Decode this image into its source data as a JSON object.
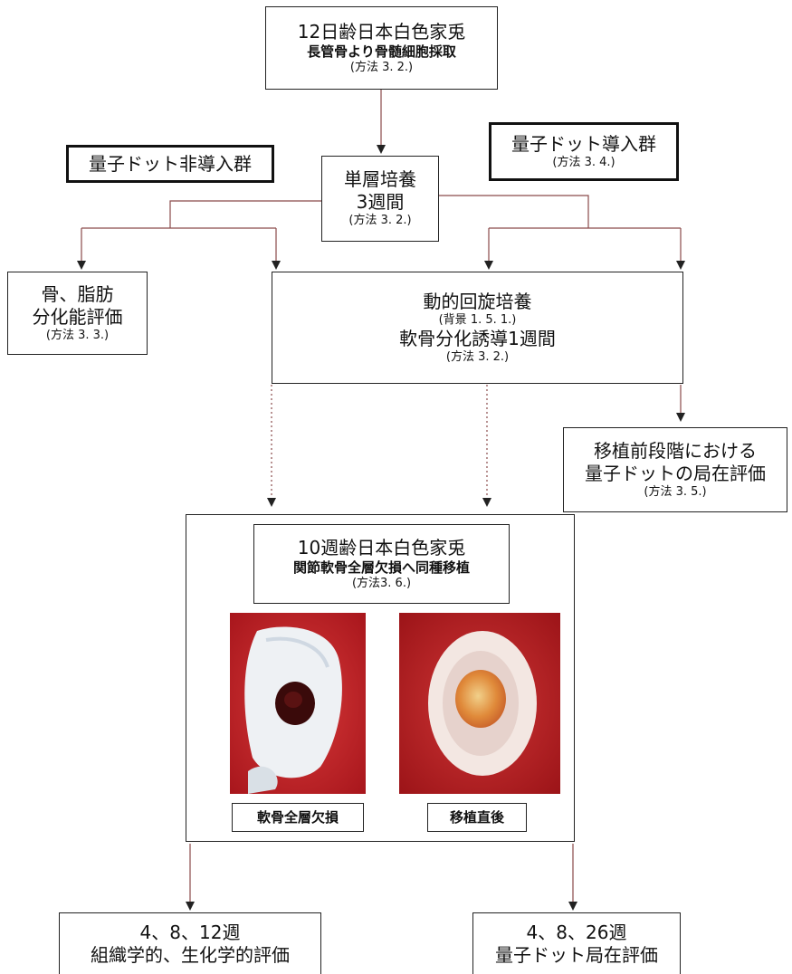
{
  "top_box": {
    "line1": "12日齢日本白色家兎",
    "line2": "長管骨より骨髄細胞採取",
    "line3": "(方法 3. 2.)"
  },
  "group_non": {
    "label": "量子ドット非導入群"
  },
  "group_qd": {
    "line1": "量子ドット導入群",
    "line2": "(方法 3. 4.)"
  },
  "mono_box": {
    "line1": "単層培養",
    "line2": "3週間",
    "line3": "(方法 3. 2.)"
  },
  "eval_box": {
    "line1": "骨、脂肪",
    "line2": "分化能評価",
    "line3": "(方法 3. 3.)"
  },
  "rot_box": {
    "line1": "動的回旋培養",
    "line2": "(背景 1. 5. 1.)",
    "line3": "軟骨分化誘導1週間",
    "line4": "(方法 3. 2.)"
  },
  "pre_box": {
    "line1": "移植前段階における",
    "line2": "量子ドットの局在評価",
    "line3": "(方法 3. 5.)"
  },
  "transplant_box": {
    "line1": "10週齢日本白色家兎",
    "line2": "関節軟骨全層欠損へ同種移植",
    "line3": "(方法3. 6.)",
    "photo_left_label": "軟骨全層欠損",
    "photo_right_label": "移植直後"
  },
  "bottom_left": {
    "line1": "4、8、12週",
    "line2": "組織学的、生化学的評価"
  },
  "bottom_right": {
    "line1": "4、8、26週",
    "line2": "量子ドット局在評価"
  }
}
